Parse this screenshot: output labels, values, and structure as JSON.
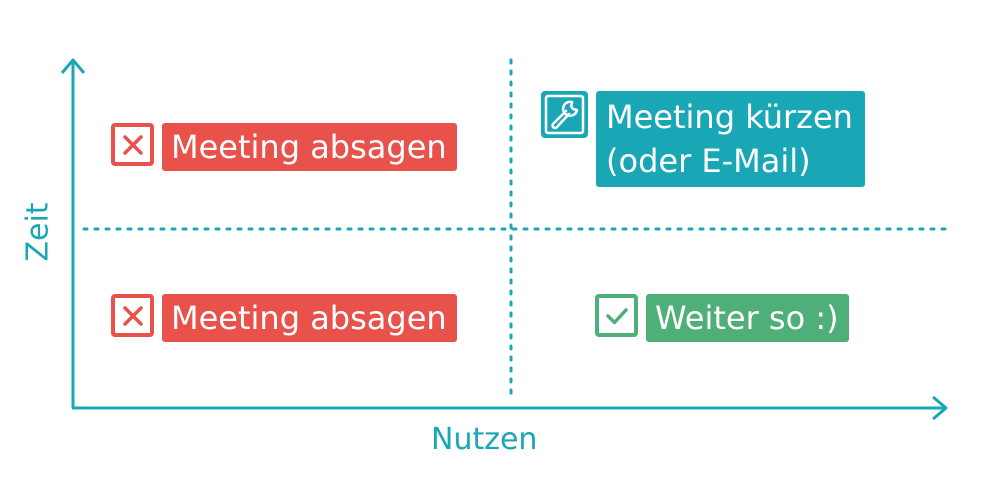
{
  "axes": {
    "x_label": "Nutzen",
    "y_label": "Zeit"
  },
  "quadrants": {
    "top_left": {
      "label": "Meeting absagen",
      "icon": "x-icon",
      "color": "#e8524a"
    },
    "top_right": {
      "label_line1": "Meeting kürzen",
      "label_line2": "(oder E-Mail)",
      "icon": "wrench-icon",
      "color": "#1aa7b5"
    },
    "bottom_left": {
      "label": "Meeting absagen",
      "icon": "x-icon",
      "color": "#e8524a"
    },
    "bottom_right": {
      "label": "Weiter so :)",
      "icon": "check-icon",
      "color": "#4faf78"
    }
  },
  "colors": {
    "axis": "#1aa7b5",
    "red": "#e8524a",
    "green": "#4faf78",
    "teal": "#1aa7b5"
  }
}
